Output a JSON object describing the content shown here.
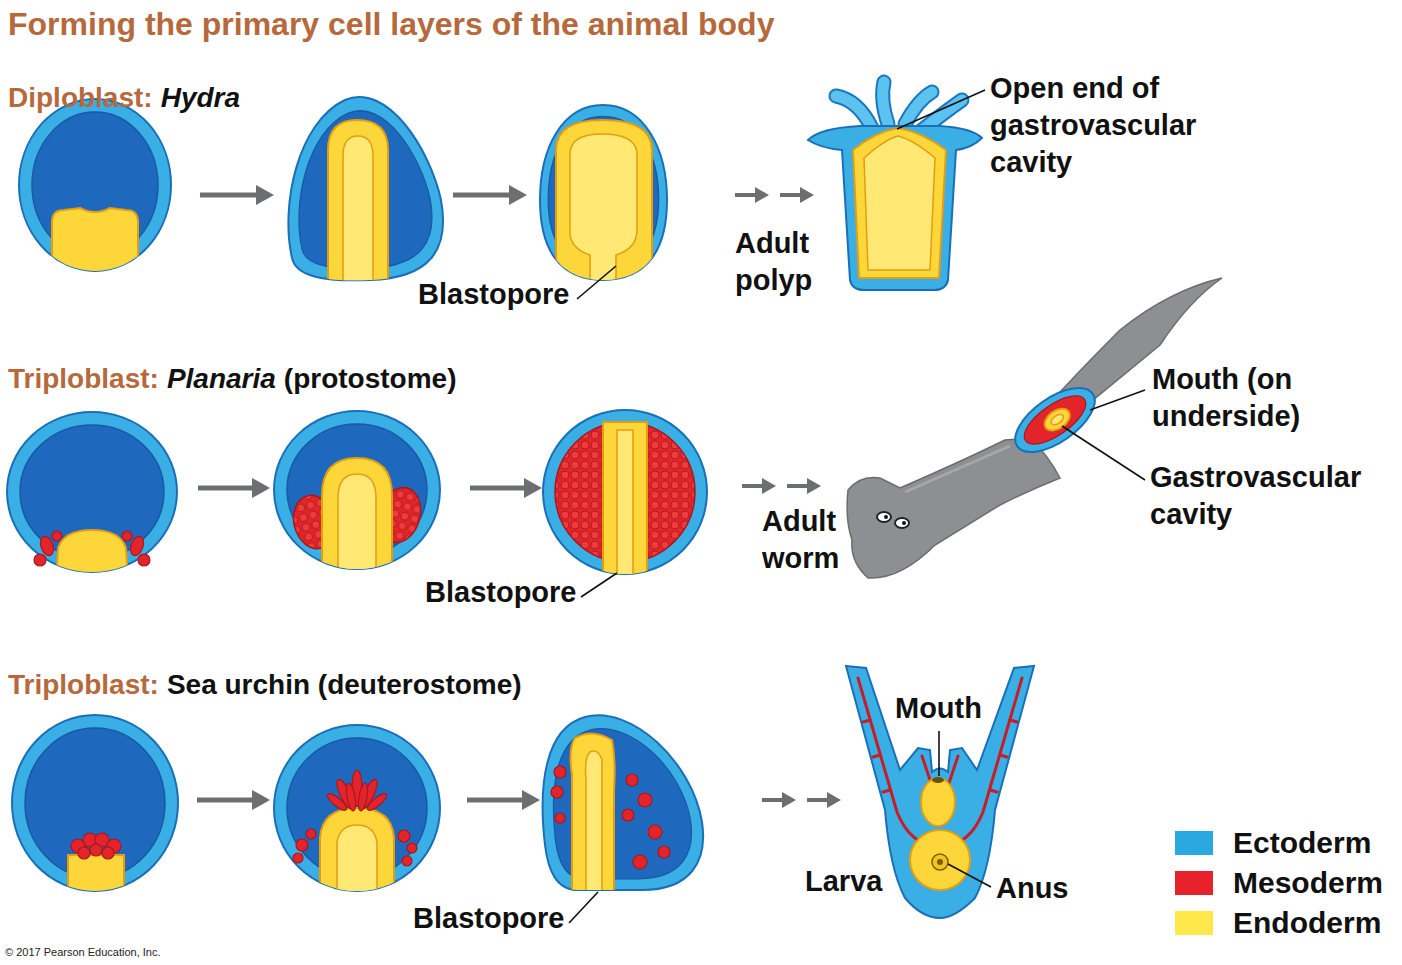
{
  "diagram": {
    "title": "Forming the primary cell layers of the animal body",
    "labels": [
      "Diploblast:",
      "Hydra",
      "Open end of gastrovascular cavity",
      "Blastopore",
      "Adult polyp",
      "Triploblast:",
      "Planaria",
      "(protostome)",
      "Mouth (on underside)",
      "Gastrovascular cavity",
      "Blastopore",
      "Adult worm",
      "Triploblast:",
      "Sea urchin (deuterostome)",
      "Mouth",
      "Blastopore",
      "Larva",
      "Anus",
      "© 2017 Pearson Education, Inc."
    ],
    "legend": [
      {
        "text": "Ectoderm",
        "color": "#2aa9e0"
      },
      {
        "text": "Mesoderm",
        "color": "#e8222a"
      },
      {
        "text": "Endoderm",
        "color": "#ffe84a"
      }
    ]
  }
}
